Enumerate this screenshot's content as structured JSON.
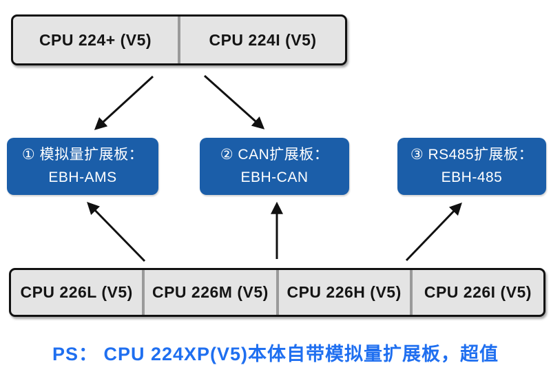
{
  "colors": {
    "board-blue": "#1b5ea9",
    "cell-gray": "#e4e4e4",
    "note-blue": "#1f6ff0",
    "line-black": "#111111",
    "divider-gray": "#7a7a7a"
  },
  "top_group": {
    "cells": [
      "CPU 224+ (V5)",
      "CPU 224I (V5)"
    ]
  },
  "boards": [
    {
      "line1": "① 模拟量扩展板：",
      "line2": "EBH-AMS"
    },
    {
      "line1": "② CAN扩展板：",
      "line2": "EBH-CAN"
    },
    {
      "line1": "③ RS485扩展板：",
      "line2": "EBH-485"
    }
  ],
  "bottom_group": {
    "cells": [
      "CPU 226L (V5)",
      "CPU 226M (V5)",
      "CPU 226H (V5)",
      "CPU 226I (V5)"
    ]
  },
  "note": "PS： CPU 224XP(V5)本体自带模拟量扩展板，超值"
}
